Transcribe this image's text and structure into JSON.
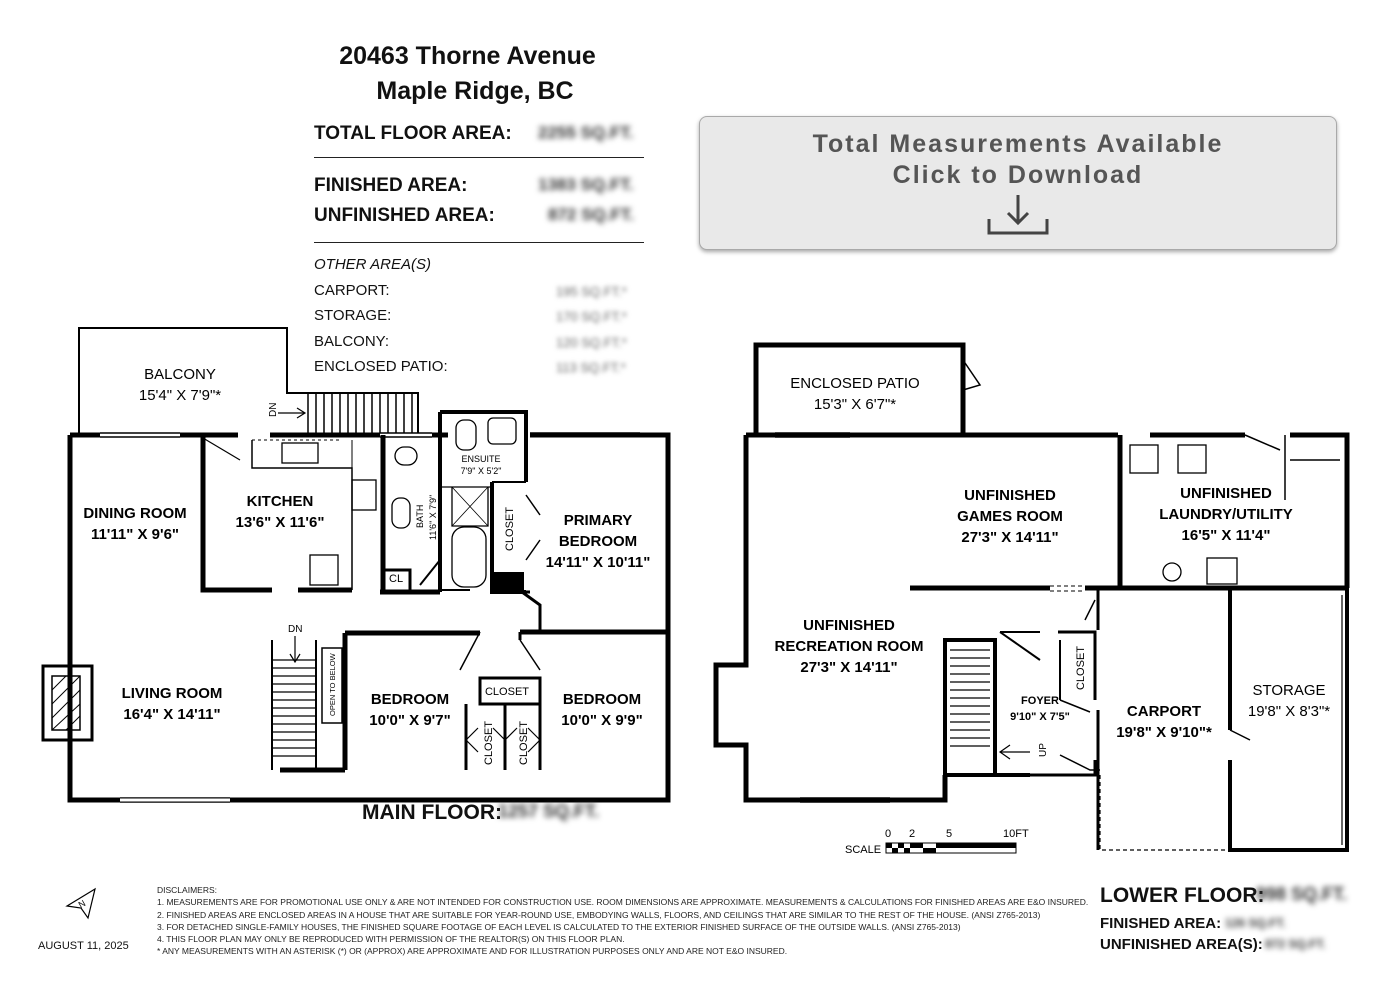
{
  "header": {
    "address_line1": "20463 Thorne Avenue",
    "address_line2": "Maple Ridge, BC"
  },
  "areas": {
    "total_label": "TOTAL FLOOR AREA:",
    "total_value": "2255 SQ.FT.",
    "finished_label": "FINISHED AREA:",
    "finished_value": "1383 SQ.FT.",
    "unfinished_label": "UNFINISHED AREA:",
    "unfinished_value": "872 SQ.FT.",
    "other_title": "OTHER AREA(S)",
    "other": [
      {
        "label": "CARPORT:",
        "value": "195 SQ.FT.*"
      },
      {
        "label": "STORAGE:",
        "value": "170 SQ.FT.*"
      },
      {
        "label": "BALCONY:",
        "value": "120 SQ.FT.*"
      },
      {
        "label": "ENCLOSED PATIO:",
        "value": "113 SQ.FT.*"
      }
    ]
  },
  "download_button": {
    "line1": "Total Measurements Available",
    "line2": "Click to Download",
    "icon": "download-icon"
  },
  "main_floor": {
    "label": "MAIN FLOOR:",
    "value": "1257 SQ.FT.",
    "rooms": {
      "balcony_name": "BALCONY",
      "balcony_dim": "15'4\" X 7'9\"*",
      "dining_name": "DINING ROOM",
      "dining_dim": "11'11\" X 9'6\"",
      "kitchen_name": "KITCHEN",
      "kitchen_dim": "13'6\" X 11'6\"",
      "living_name": "LIVING ROOM",
      "living_dim": "16'4\" X 14'11\"",
      "ensuite_name": "ENSUITE",
      "ensuite_dim": "7'9\" X 5'2\"",
      "bath_name": "BATH",
      "bath_dim": "11'6\" X 7'9\"",
      "primary_name1": "PRIMARY",
      "primary_name2": "BEDROOM",
      "primary_dim": "14'11\" X 10'11\"",
      "bedroom1_name": "BEDROOM",
      "bedroom1_dim": "10'0\" X 9'7\"",
      "bedroom2_name": "BEDROOM",
      "bedroom2_dim": "10'0\" X 9'9\"",
      "closet": "CLOSET",
      "cl": "CL",
      "open_to_below": "OPEN TO BELOW",
      "dn": "DN"
    }
  },
  "lower_floor": {
    "label": "LOWER FLOOR:",
    "value": "998 SQ.FT.",
    "finished_label": "FINISHED AREA:",
    "finished_value": "126 SQ.FT.",
    "unfinished_label": "UNFINISHED AREA(S):",
    "unfinished_value": "872 SQ.FT.",
    "rooms": {
      "patio_name": "ENCLOSED PATIO",
      "patio_dim": "15'3\" X 6'7\"*",
      "games_name1": "UNFINISHED",
      "games_name2": "GAMES ROOM",
      "games_dim": "27'3\" X 14'11\"",
      "laundry_name1": "UNFINISHED",
      "laundry_name2": "LAUNDRY/UTILITY",
      "laundry_dim": "16'5\" X 11'4\"",
      "rec_name1": "UNFINISHED",
      "rec_name2": "RECREATION ROOM",
      "rec_dim": "27'3\" X 14'11\"",
      "foyer_name": "FOYER",
      "foyer_dim": "9'10\" X 7'5\"",
      "carport_name": "CARPORT",
      "carport_dim": "19'8\" X 9'10\"*",
      "storage_name": "STORAGE",
      "storage_dim": "19'8\" X 8'3\"*",
      "closet": "CLOSET",
      "up": "UP"
    }
  },
  "scale": {
    "label": "SCALE",
    "ticks": [
      "0",
      "2",
      "5",
      "10FT"
    ]
  },
  "disclaimers": {
    "title": "DISCLAIMERS:",
    "lines": [
      "1. MEASUREMENTS ARE FOR PROMOTIONAL USE ONLY & ARE NOT INTENDED FOR CONSTRUCTION USE. ROOM DIMENSIONS ARE APPROXIMATE. MEASUREMENTS & CALCULATIONS FOR FINISHED AREAS ARE E&O INSURED.",
      "2. FINISHED AREAS ARE ENCLOSED AREAS IN A HOUSE THAT ARE SUITABLE FOR YEAR-ROUND USE, EMBODYING WALLS, FLOORS, AND CEILINGS THAT ARE SIMILAR TO THE REST OF THE HOUSE. (ANSI Z765-2013)",
      "3. FOR DETACHED SINGLE-FAMILY HOUSES, THE FINISHED SQUARE FOOTAGE OF EACH LEVEL IS CALCULATED TO THE EXTERIOR FINISHED SURFACE OF THE OUTSIDE WALLS. (ANSI Z765-2013)",
      "4. THIS FLOOR PLAN MAY ONLY BE REPRODUCED WITH PERMISSION OF THE REALTOR(S) ON THIS FLOOR PLAN.",
      "* ANY MEASUREMENTS WITH AN ASTERISK (*) OR (APPROX) ARE APPROXIMATE AND FOR ILLUSTRATION PURPOSES ONLY AND ARE NOT E&O INSURED."
    ]
  },
  "date": "AUGUST 11, 2025",
  "compass": {
    "letter": "N",
    "icon": "north-arrow-icon"
  }
}
